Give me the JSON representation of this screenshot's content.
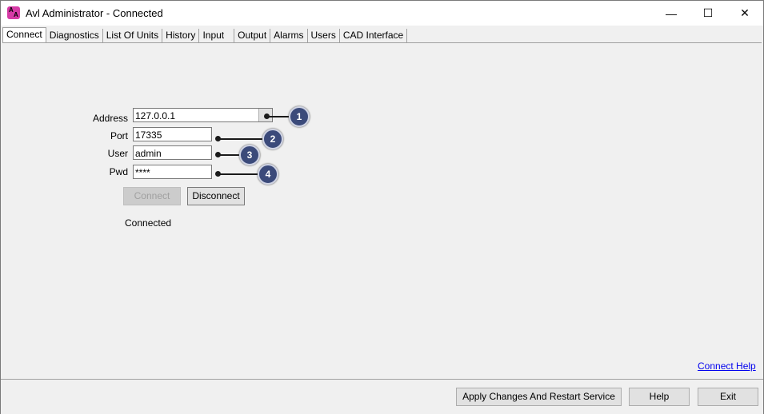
{
  "window": {
    "title": "Avl Administrator - Connected"
  },
  "tabs": [
    "Connect",
    "Diagnostics",
    "List Of Units",
    "History",
    "Input",
    "Output",
    "Alarms",
    "Users",
    "CAD Interface"
  ],
  "form": {
    "address_label": "Address",
    "address_value": "127.0.0.1",
    "port_label": "Port",
    "port_value": "17335",
    "user_label": "User",
    "user_value": "admin",
    "pwd_label": "Pwd",
    "pwd_value": "****",
    "connect_label": "Connect",
    "disconnect_label": "Disconnect",
    "status": "Connected"
  },
  "callouts": [
    "1",
    "2",
    "3",
    "4"
  ],
  "links": {
    "connect_help": "Connect Help"
  },
  "footer": {
    "apply_label": "Apply Changes And Restart Service",
    "help_label": "Help",
    "exit_label": "Exit"
  },
  "colors": {
    "badge": "#3b4a7a",
    "app_icon": "#d63aa6",
    "link": "#0000ee"
  }
}
